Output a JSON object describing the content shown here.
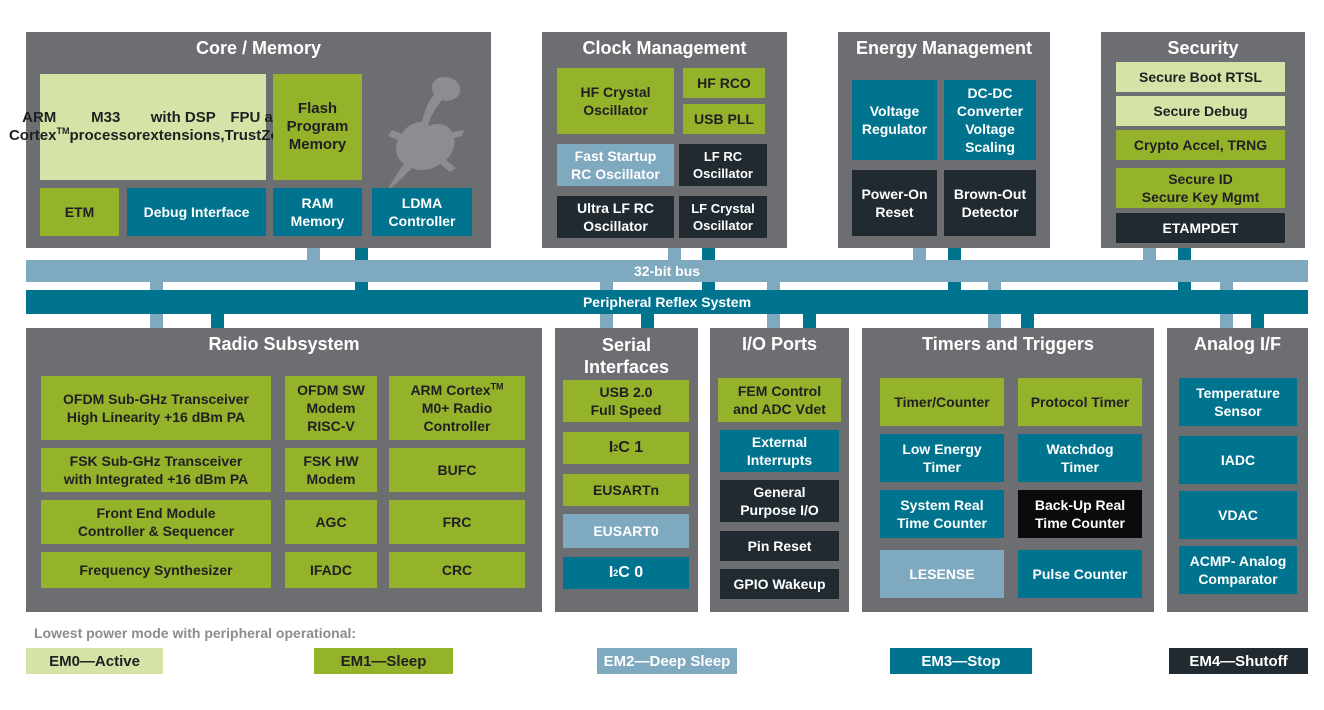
{
  "core_memory": {
    "title": "Core / Memory",
    "arm_line1": "ARM Cortex",
    "arm_tm": "TM",
    "arm_line1b": " M33 processor",
    "arm_line2": "with DSP extensions,",
    "arm_line3": "FPU and TrustZone",
    "flash": "Flash\nProgram\nMemory",
    "etm": "ETM",
    "debug": "Debug Interface",
    "ram": "RAM\nMemory",
    "ldma": "LDMA\nController",
    "logo_icon": "gecko-icon"
  },
  "clock": {
    "title": "Clock Management",
    "hf_crystal": "HF Crystal\nOscillator",
    "hf_rco": "HF RCO",
    "usb_pll": "USB PLL",
    "fast_startup": "Fast Startup\nRC Oscillator",
    "lf_rc": "LF RC\nOscillator",
    "ulf_rc": "Ultra LF RC\nOscillator",
    "lf_crystal": "LF Crystal\nOscillator"
  },
  "energy": {
    "title": "Energy Management",
    "voltage_reg": "Voltage\nRegulator",
    "dcdc": "DC-DC\nConverter\nVoltage\nScaling",
    "por": "Power-On\nReset",
    "bod": "Brown-Out\nDetector"
  },
  "security": {
    "title": "Security",
    "secure_boot": "Secure Boot RTSL",
    "secure_debug": "Secure Debug",
    "crypto": "Crypto Accel, TRNG",
    "secure_id": "Secure ID\nSecure Key Mgmt",
    "etampdet": "ETAMPDET"
  },
  "bus": {
    "bus32": "32-bit bus",
    "prs": "Peripheral Reflex System"
  },
  "radio": {
    "title": "Radio Subsystem",
    "ofdm_trx": "OFDM Sub-GHz Transceiver\nHigh Linearity +16 dBm PA",
    "ofdm_sw": "OFDM SW\nModem\nRISC-V",
    "arm_m0_line1": "ARM Cortex",
    "arm_m0_tm": "TM",
    "arm_m0_line2": "M0+ Radio",
    "arm_m0_line3": "Controller",
    "fsk_trx": "FSK Sub-GHz Transceiver\nwith Integrated +16 dBm PA",
    "fsk_hw": "FSK HW\nModem",
    "bufc": "BUFC",
    "fem": "Front End Module\nController & Sequencer",
    "agc": "AGC",
    "frc": "FRC",
    "synth": "Frequency Synthesizer",
    "ifadc": "IFADC",
    "crc": "CRC"
  },
  "serial": {
    "title": "Serial\nInterfaces",
    "usb": "USB 2.0\nFull Speed",
    "i2c1_a": "I",
    "i2c1_sup": "2",
    "i2c1_b": "C 1",
    "eusartn": "EUSARTn",
    "eusart0": "EUSART0",
    "i2c0_a": "I",
    "i2c0_sup": "2",
    "i2c0_b": "C 0"
  },
  "io": {
    "title": "I/O Ports",
    "fem_ctrl": "FEM Control\nand ADC Vdet",
    "ext_int": "External\nInterrupts",
    "gpio": "General\nPurpose I/O",
    "pin_reset": "Pin Reset",
    "gpio_wakeup": "GPIO Wakeup"
  },
  "timers": {
    "title": "Timers and Triggers",
    "timer_counter": "Timer/Counter",
    "protocol_timer": "Protocol Timer",
    "le_timer": "Low Energy\nTimer",
    "watchdog": "Watchdog\nTimer",
    "sysrtc": "System Real\nTime Counter",
    "burtc": "Back-Up Real\nTime Counter",
    "lesense": "LESENSE",
    "pulse": "Pulse Counter"
  },
  "analog": {
    "title": "Analog I/F",
    "temp": "Temperature\nSensor",
    "iadc": "IADC",
    "vdac": "VDAC",
    "acmp": "ACMP- Analog\nComparator"
  },
  "legend": {
    "title": "Lowest power mode with peripheral operational:",
    "items": [
      {
        "label": "EM0—Active",
        "color": "#d4e4a6"
      },
      {
        "label": "EM1—Sleep",
        "color": "#95b22b"
      },
      {
        "label": "EM2—Deep Sleep",
        "color": "#7fa9bf"
      },
      {
        "label": "EM3—Stop",
        "color": "#00738f"
      },
      {
        "label": "EM4—Shutoff",
        "color": "#202a30"
      }
    ]
  }
}
